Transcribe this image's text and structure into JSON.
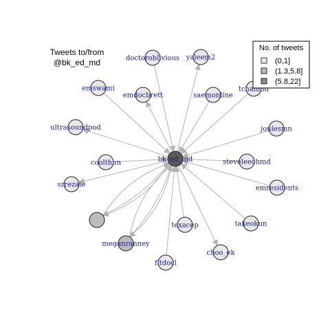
{
  "title": {
    "line1": "Tweets to/from",
    "line2": "@bk_ed_md"
  },
  "legend": {
    "title": "No. of tweets",
    "items": [
      {
        "label": "(0,1]",
        "color": "#e8e8ec"
      },
      {
        "label": "(1.3,5.8]",
        "color": "#bcbcbc"
      },
      {
        "label": "(5.8,22]",
        "color": "#8c8c8c"
      }
    ]
  },
  "colors": {
    "edge": "#b3b3b3",
    "node_stroke": "#222222",
    "label": "#1a1a8c",
    "center_fill": "#5a5a5a"
  },
  "center": {
    "id": "center",
    "label": "bk_ed_md",
    "bin": 2
  },
  "nodes": [
    {
      "id": "doctoroblivious",
      "label": "doctoroblivious",
      "bin": 0,
      "edge": "out"
    },
    {
      "id": "yaleem2",
      "label": "yaleem2",
      "bin": 0,
      "edge": "in"
    },
    {
      "id": "emswami",
      "label": "emswami",
      "bin": 0,
      "edge": "out"
    },
    {
      "id": "emdocbrett",
      "label": "emdocbrett",
      "bin": 0,
      "edge": "in"
    },
    {
      "id": "saemonline",
      "label": "saemonline",
      "bin": 0,
      "edge": "out"
    },
    {
      "id": "tchanmd",
      "label": "tchanmd",
      "bin": 0,
      "edge": "out"
    },
    {
      "id": "ultrasoundpod",
      "label": "ultrasoundpod",
      "bin": 0,
      "edge": "in"
    },
    {
      "id": "joulesmn",
      "label": "joulesmn",
      "bin": 0,
      "edge": "out"
    },
    {
      "id": "coolthun",
      "label": "coolthun",
      "bin": 0,
      "edge": "out"
    },
    {
      "id": "steveleechmd",
      "label": "steveleechmd",
      "bin": 0,
      "edge": "out"
    },
    {
      "id": "srrezaie",
      "label": "srrezaie",
      "bin": 0,
      "edge": "in"
    },
    {
      "id": "emresidents",
      "label": "emresidents",
      "bin": 0,
      "edge": "out"
    },
    {
      "id": "unlabeled",
      "label": "",
      "bin": 1,
      "edge": "both"
    },
    {
      "id": "texacep",
      "label": "texacep",
      "bin": 0,
      "edge": "out"
    },
    {
      "id": "takeokun",
      "label": "takeokun",
      "bin": 0,
      "edge": "out"
    },
    {
      "id": "meganranney",
      "label": "meganranney",
      "bin": 1,
      "edge": "both"
    },
    {
      "id": "choo_ek",
      "label": "choo_ek",
      "bin": 0,
      "edge": "in"
    },
    {
      "id": "flidocl",
      "label": "fltdocl",
      "bin": 0,
      "edge": "out"
    }
  ]
}
